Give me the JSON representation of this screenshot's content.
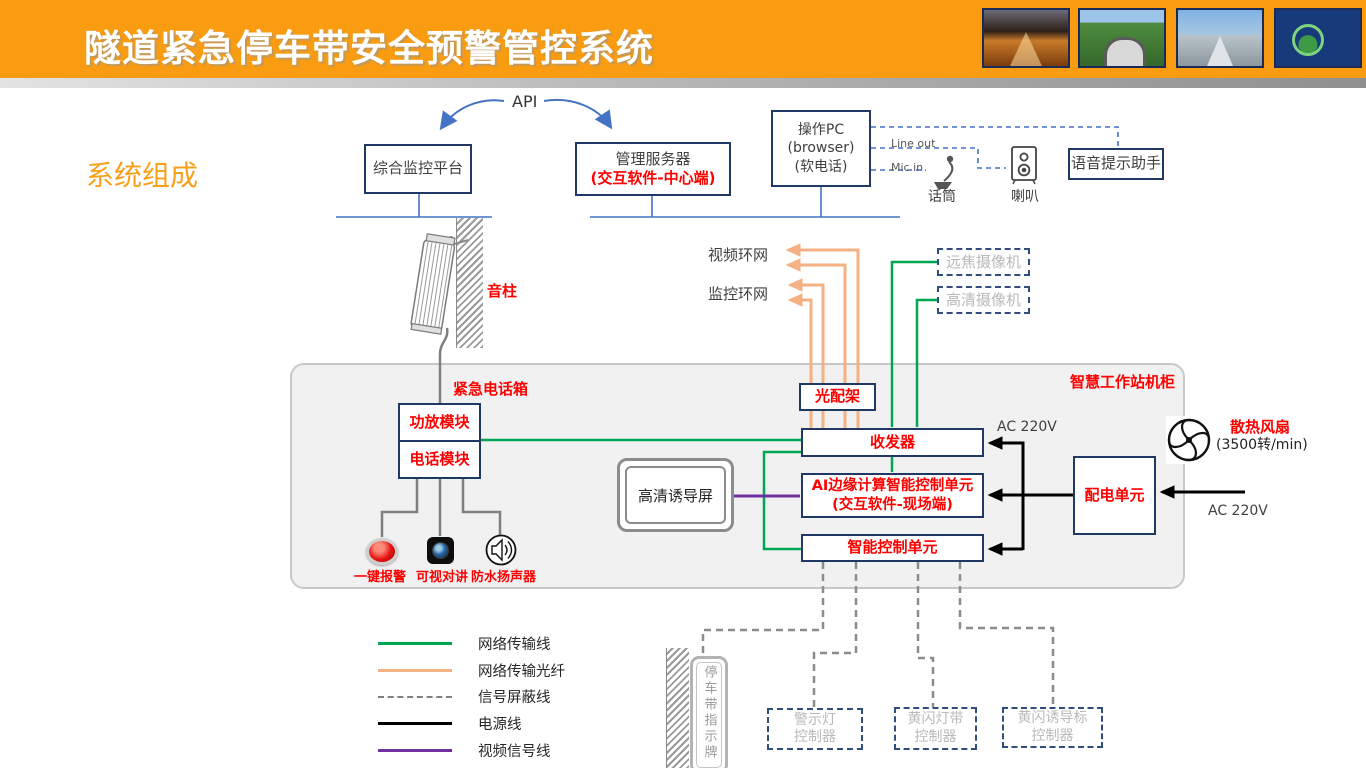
{
  "header": {
    "title": "隧道紧急停车带安全预警管控系统",
    "accent_color": "#F99C12",
    "photos": [
      {
        "name": "sunset-highway-photo"
      },
      {
        "name": "tunnel-entrance-photo"
      },
      {
        "name": "bridge-highway-photo"
      },
      {
        "name": "interchange-night-photo"
      }
    ]
  },
  "section_title": "系统组成",
  "top": {
    "api_label": "API",
    "monitor_platform": "综合监控平台",
    "mgmt_server_line1": "管理服务器",
    "mgmt_server_line2": "(交互软件-中心端)",
    "operator_pc_line1": "操作PC",
    "operator_pc_line2": "(browser)",
    "operator_pc_line3": "(软电话)",
    "line_out": "Line out",
    "mic_in": "Mic in",
    "mic_label": "话筒",
    "speaker_label": "喇叭",
    "voice_assistant": "语音提示助手"
  },
  "field": {
    "sound_column": "音柱",
    "video_ring": "视频环网",
    "monitor_ring": "监控环网",
    "far_camera": "远焦摄像机",
    "hd_camera": "高清摄像机"
  },
  "cabinet": {
    "label": "智慧工作站机柜",
    "emergency_phone_box": "紧急电话箱",
    "amp_module": "功放模块",
    "phone_module": "电话模块",
    "optical_frame": "光配架",
    "transceiver": "收发器",
    "ai_unit_line1": "AI边缘计算智能控制单元",
    "ai_unit_line2": "(交互软件-现场端)",
    "smart_unit": "智能控制单元",
    "power_unit": "配电单元",
    "ac_label_top": "AC 220V",
    "ac_label_right": "AC 220V",
    "fan_label": "散热风扇",
    "fan_speed": "(3500转/min)",
    "guidance_screen": "高清诱导屏",
    "one_key_alarm": "一键报警",
    "video_intercom": "可视对讲",
    "waterproof_speaker": "防水扬声器"
  },
  "bottom": {
    "parking_sign": "停车带指示牌",
    "controllers": [
      {
        "line1": "警示灯",
        "line2": "控制器"
      },
      {
        "line1": "黄闪灯带",
        "line2": "控制器"
      },
      {
        "line1": "黄闪诱导标",
        "line2": "控制器"
      }
    ]
  },
  "legend": {
    "items": [
      {
        "label": "网络传输线",
        "color": "#00A651",
        "style": "solid"
      },
      {
        "label": "网络传输光纤",
        "color": "#F4B183",
        "style": "solid"
      },
      {
        "label": "信号屏蔽线",
        "color": "#808080",
        "style": "dashed"
      },
      {
        "label": "电源线",
        "color": "#000000",
        "style": "solid"
      },
      {
        "label": "视频信号线",
        "color": "#7030A0",
        "style": "solid"
      }
    ]
  },
  "colors": {
    "header_orange": "#F99C12",
    "box_border_navy": "#1F3864",
    "connector_blue": "#4472C4",
    "network_green": "#00A651",
    "fiber_orange": "#F4B183",
    "video_purple": "#7030A0",
    "power_black": "#000000",
    "shield_gray": "#808080",
    "red_text": "#FF0000"
  }
}
